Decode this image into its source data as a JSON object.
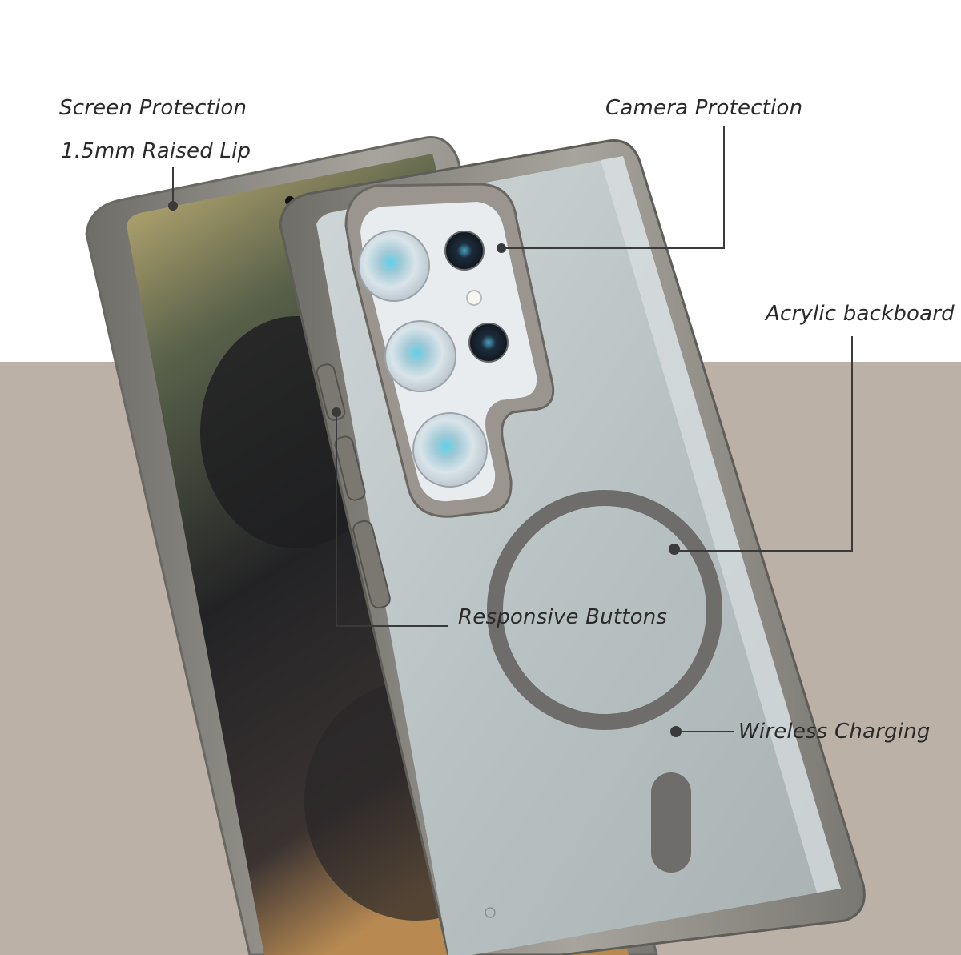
{
  "labels": {
    "screen_protection": "Screen Protection",
    "raised_lip": "1.5mm Raised Lip",
    "camera_protection": "Camera Protection",
    "acrylic_backboard": "Acrylic backboard",
    "responsive_buttons": "Responsive Buttons",
    "wireless_charging": "Wireless Charging"
  },
  "colors": {
    "background_top": "#ffffff",
    "background_bottom": "#bbb1a6",
    "frame": "#8c8a84",
    "frame_dark": "#5f5d58",
    "back_glass": "#bcc4c5",
    "magnet_ring": "#6d6d6d",
    "leader_line": "#3a3a3a"
  }
}
